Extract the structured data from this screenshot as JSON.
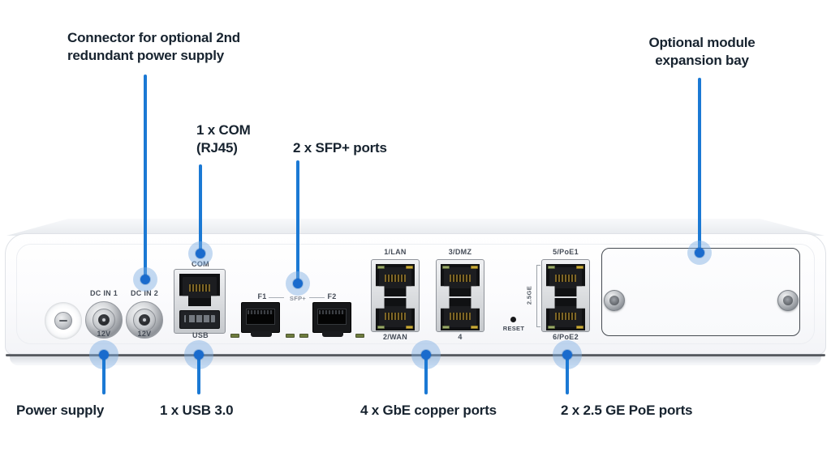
{
  "colors": {
    "accent_blue": "#1b79d4",
    "halo_blue": "rgba(124,173,227,0.45)",
    "callout_text": "#17232f",
    "port_label_text": "#454c57",
    "led_green": "#9aa86a",
    "led_amber": "#c9aa3a"
  },
  "callouts": {
    "psu2": {
      "line1": "Connector for optional 2nd",
      "line2": "redundant power supply"
    },
    "com": {
      "line1": "1 x COM",
      "line2": "(RJ45)"
    },
    "sfp": {
      "label": "2 x SFP+ ports"
    },
    "bay": {
      "line1": "Optional module",
      "line2": "expansion bay"
    },
    "power": {
      "label": "Power supply"
    },
    "usb": {
      "label": "1 x USB 3.0"
    },
    "gbe": {
      "label": "4 x GbE copper ports"
    },
    "poe": {
      "label": "2 x 2.5 GE PoE ports"
    }
  },
  "device": {
    "dc1": {
      "top": "DC IN 1",
      "bottom": "12V"
    },
    "dc2": {
      "top": "DC IN 2",
      "bottom": "12V"
    },
    "com_label": "COM",
    "usb_label": "USB",
    "f1": "F1",
    "sfp_plus": "SFP+",
    "f2": "F2",
    "port1": "1/LAN",
    "port2": "2/WAN",
    "port3": "3/DMZ",
    "port4": "4",
    "port5": "5/PoE1",
    "port6": "6/PoE2",
    "speed": "2.5GE",
    "reset": "RESET"
  }
}
